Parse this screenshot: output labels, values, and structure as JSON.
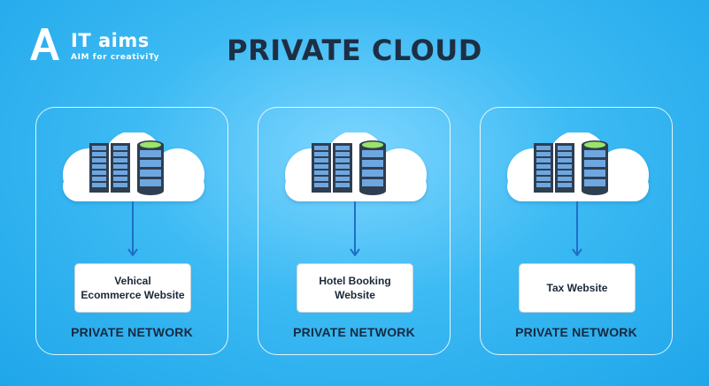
{
  "brand": {
    "name": "IT aims",
    "tagline": "AIM for creativiTy",
    "logo_icon": "letter-a-logo-icon"
  },
  "title": "PRIVATE CLOUD",
  "colors": {
    "background": "#2eb4f0",
    "title": "#1d2f44",
    "arrow": "#1f6fc6",
    "server_frame": "#2f3e51",
    "server_slot": "#6ea7e0",
    "db_top": "#9be36a"
  },
  "panels": [
    {
      "icon": "cloud-server-database-icon",
      "website_line1": "Vehical",
      "website_line2": "Ecommerce Website",
      "network": "PRIVATE NETWORK"
    },
    {
      "icon": "cloud-server-database-icon",
      "website_line1": "Hotel Booking",
      "website_line2": "Website",
      "network": "PRIVATE NETWORK"
    },
    {
      "icon": "cloud-server-database-icon",
      "website_line1": "Tax Website",
      "website_line2": "",
      "network": "PRIVATE NETWORK"
    }
  ]
}
